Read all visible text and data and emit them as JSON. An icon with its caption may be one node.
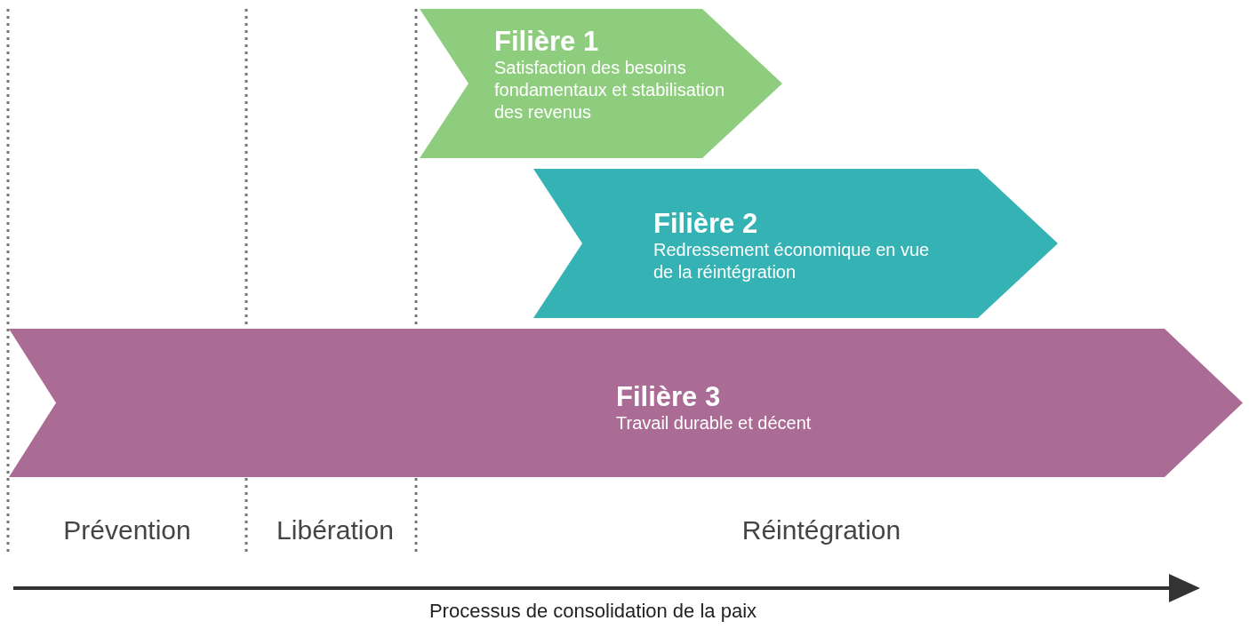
{
  "diagram": {
    "nodes": [
      {
        "text": [
          "Filière 1",
          "Satisfaction des besoins fondamentaux et stabilisation des revenus"
        ]
      },
      {
        "text": [
          "Filière 2",
          "Redressement économique en vue de la réintégration"
        ]
      },
      {
        "text": [
          "Filière 3",
          "Travail durable et décent"
        ]
      }
    ],
    "labels": [
      "Prévention",
      "Libération",
      "Réintégration",
      "Processus de consolidation de la paix"
    ]
  }
}
